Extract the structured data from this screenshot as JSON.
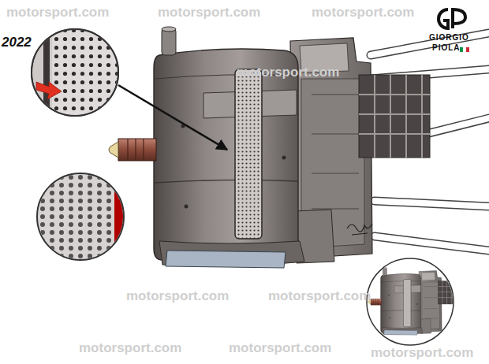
{
  "diagram": {
    "labels": [
      "2022",
      "motorsport.com",
      "motorsport.com",
      "motorsport.com",
      "motorsport.com",
      "motorsport.com",
      "motorsport.com",
      "motorsport.com",
      "motorsport.com",
      "motorsport.com",
      "GIORGIO",
      "PIOLA"
    ]
  }
}
